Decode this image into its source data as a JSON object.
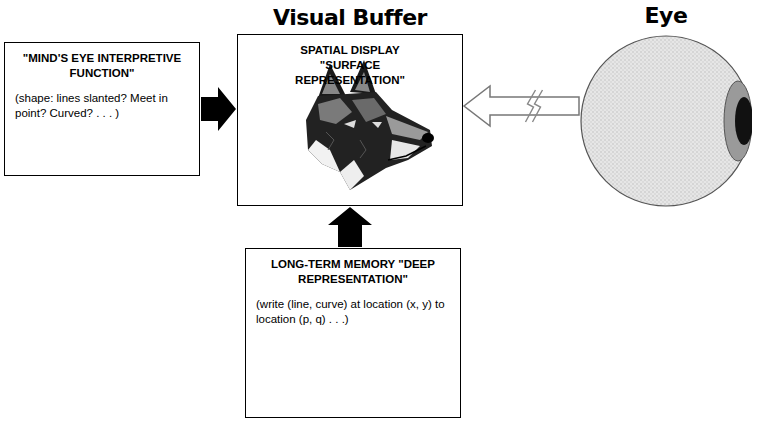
{
  "diagram": {
    "nodes": [
      {
        "text": [
          "\"MIND'S EYE INTERPRETIVE FUNCTION\"",
          "(shape: lines slanted? Meet in point? Curved? . . . )"
        ]
      },
      {
        "text": [
          "Visual Buffer",
          "SPATIAL DISPLAY \"SURFACE REPRESENTATION\""
        ]
      },
      {
        "text": [
          "Eye"
        ]
      },
      {
        "text": [
          "LONG-TERM MEMORY \"DEEP REPRESENTATION\"",
          "(write (line, curve) at location (x, y) to location (p, q) . . .)"
        ]
      }
    ],
    "edges": [
      {
        "from": 0,
        "to": 1,
        "arrow": "to"
      },
      {
        "from": 2,
        "to": 1,
        "arrow": "to"
      },
      {
        "from": 3,
        "to": 1,
        "arrow": "to"
      }
    ]
  }
}
